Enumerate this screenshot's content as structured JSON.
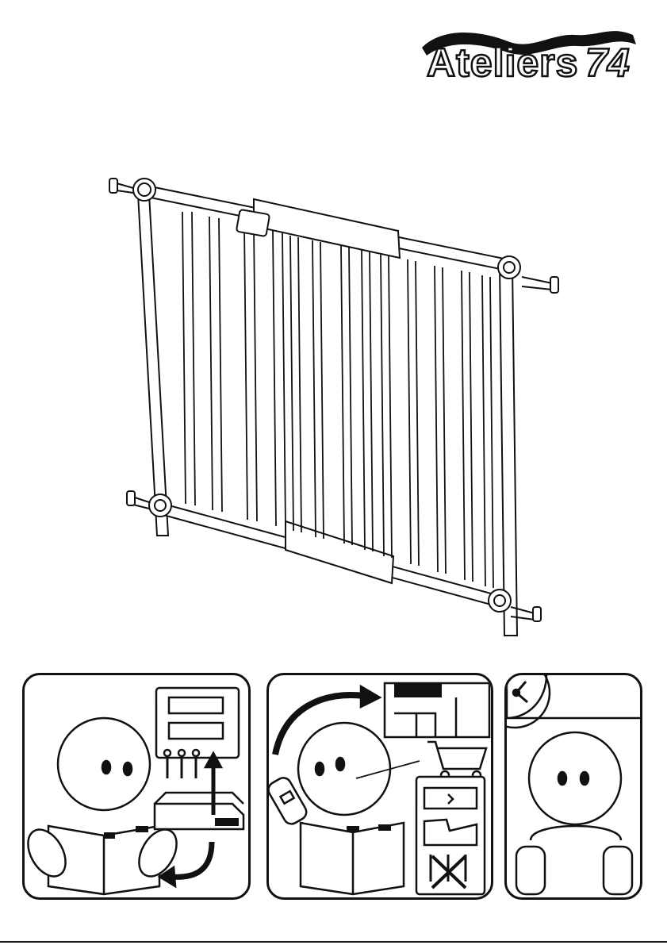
{
  "brand": {
    "name": "Ateliers",
    "number": "74"
  },
  "illustrations": {
    "product": "stair-safety-gate",
    "panels": [
      {
        "icon": "read-instructions-check-contents-icon"
      },
      {
        "icon": "damaged-parts-return-to-store-icon"
      },
      {
        "icon": "take-your-time-icon"
      }
    ]
  },
  "colors": {
    "ink": "#111111",
    "paper": "#ffffff"
  }
}
